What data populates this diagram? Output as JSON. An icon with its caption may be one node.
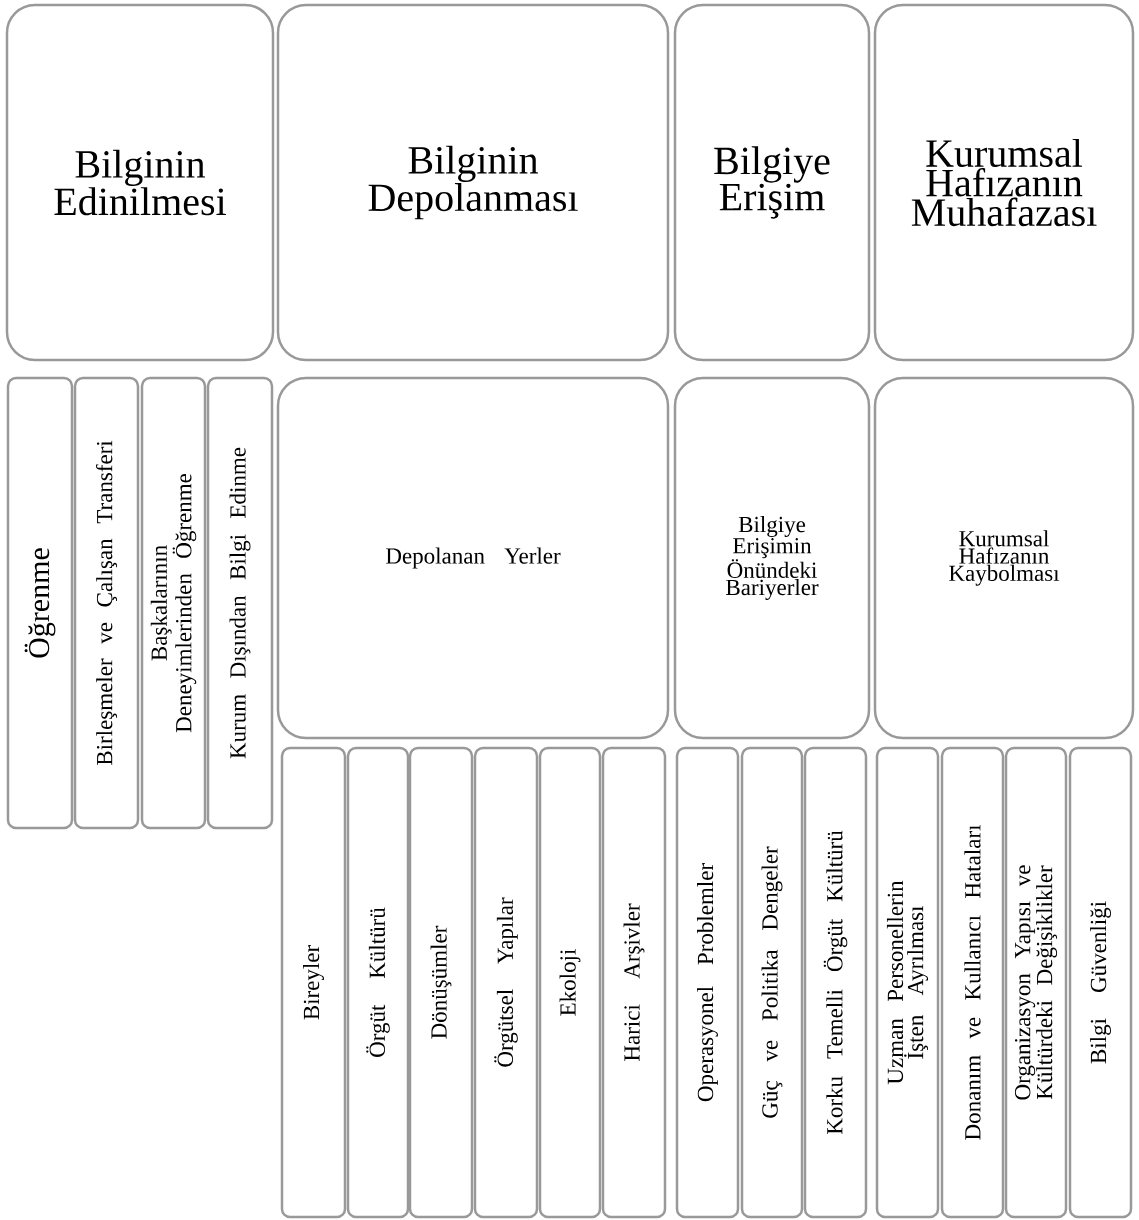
{
  "diagram": {
    "nodes": [
      {
        "text": [
          "Bilginin Edinilmesi"
        ]
      },
      {
        "text": [
          "Bilginin Depolanması"
        ]
      },
      {
        "text": [
          "Bilgiye Erişim"
        ]
      },
      {
        "text": [
          "Kurumsal Hafızanın Muhafazası"
        ]
      },
      {
        "text": [
          "Öğrenme"
        ]
      },
      {
        "text": [
          "Birleşmeler ve Çalışan Transferi"
        ]
      },
      {
        "text": [
          "Başkalarının Deneyimlerinden Öğrenme"
        ]
      },
      {
        "text": [
          "Kurum Dışından Bilgi Edinme"
        ]
      },
      {
        "text": [
          "Depolanan Yerler"
        ]
      },
      {
        "text": [
          "Bilgiye Erişimin Önündeki Bariyerler"
        ]
      },
      {
        "text": [
          "Kurumsal Hafızanın Kaybolması"
        ]
      },
      {
        "text": [
          "Bireyler"
        ]
      },
      {
        "text": [
          "Örgüt Kültürü"
        ]
      },
      {
        "text": [
          "Dönüşümler"
        ]
      },
      {
        "text": [
          "Örgütsel Yapılar"
        ]
      },
      {
        "text": [
          "Ekoloji"
        ]
      },
      {
        "text": [
          "Harici Arşivler"
        ]
      },
      {
        "text": [
          "Operasyonel Problemler"
        ]
      },
      {
        "text": [
          "Güç ve Politika Dengeler"
        ]
      },
      {
        "text": [
          "Korku Temelli Örgüt Kültürü"
        ]
      },
      {
        "text": [
          "Uzman Personellerin İşten Ayrılması"
        ]
      },
      {
        "text": [
          "Donanım ve Kullanıcı Hataları"
        ]
      },
      {
        "text": [
          "Organizasyon Yapısı ve Kültürdeki Değişiklikler"
        ]
      },
      {
        "text": [
          "Bilgi Güvenliği"
        ]
      }
    ]
  }
}
